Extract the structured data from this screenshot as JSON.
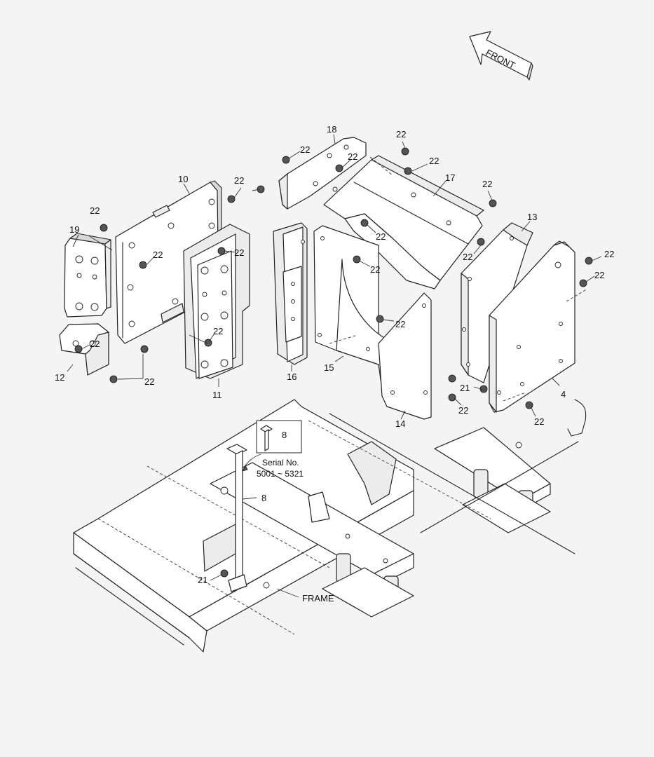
{
  "diagram": {
    "direction_label": "FRONT",
    "frame_label": "FRAME",
    "serial_note": {
      "part": "8",
      "line1": "Serial No.",
      "line2": "5001 ~ 5321"
    },
    "callouts": {
      "p4": "4",
      "p8": "8",
      "p10": "10",
      "p11": "11",
      "p12": "12",
      "p13": "13",
      "p14": "14",
      "p15": "15",
      "p16": "16",
      "p17": "17",
      "p18": "18",
      "p19": "19",
      "p21": "21",
      "p22": "22"
    }
  }
}
